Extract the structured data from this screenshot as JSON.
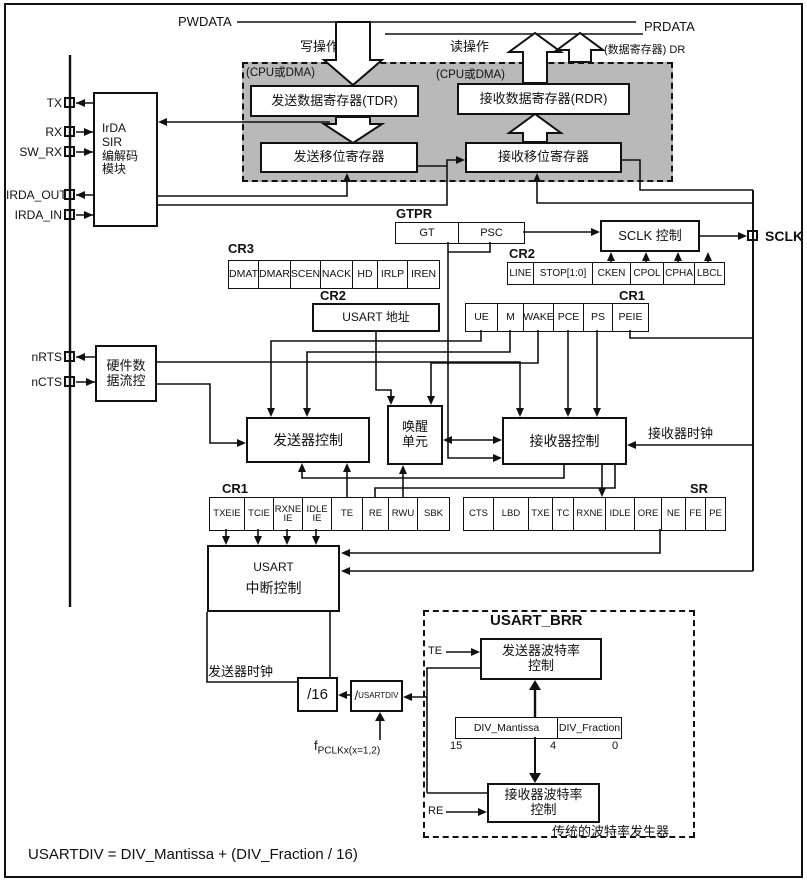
{
  "colors": {
    "line": "#111111",
    "shaded_fill": "#b9b9b9",
    "background": "#ffffff"
  },
  "buses": {
    "pwdata": "PWDATA",
    "prdata": "PRDATA"
  },
  "top": {
    "write_op": "写操作",
    "read_op": "读操作",
    "dr_label": "(数据寄存器) DR",
    "cpu_dma_left": "(CPU或DMA)",
    "cpu_dma_right": "(CPU或DMA)"
  },
  "pins": {
    "tx": "TX",
    "rx": "RX",
    "sw_rx": "SW_RX",
    "irda_out": "IRDA_OUT",
    "irda_in": "IRDA_IN",
    "nrts": "nRTS",
    "ncts": "nCTS",
    "sclk": "SCLK"
  },
  "blocks": {
    "irda_l1": "IrDA",
    "irda_l2": "SIR",
    "irda_l3": "编解码",
    "irda_l4": "模块",
    "hwflow_l1": "硬件数",
    "hwflow_l2": "据流控",
    "tdr": "发送数据寄存器(TDR)",
    "rdr": "接收数据寄存器(RDR)",
    "tx_shift": "发送移位寄存器",
    "rx_shift": "接收移位寄存器",
    "sclk_ctrl": "SCLK 控制",
    "usart_addr": "USART 地址",
    "tx_ctrl": "发送器控制",
    "wakeup_l1": "唤醒",
    "wakeup_l2": "单元",
    "rx_ctrl": "接收器控制",
    "int_l1": "USART",
    "int_l2": "中断控制",
    "div16": "/16",
    "divu_prefix": "/",
    "divu_label": "USARTDIV",
    "tx_baud_l1": "发送器波特率",
    "tx_baud_l2": "控制",
    "rx_baud_l1": "接收器波特率",
    "rx_baud_l2": "控制"
  },
  "registers": {
    "gtpr": {
      "label": "GTPR",
      "cells": [
        "GT",
        "PSC"
      ]
    },
    "cr3": {
      "label": "CR3",
      "cells": [
        "DMAT",
        "DMAR",
        "SCEN",
        "NACK",
        "HD",
        "IRLP",
        "IREN"
      ]
    },
    "cr2_row": {
      "label": "CR2",
      "cells": [
        "LINE",
        "STOP[1:0]",
        "CKEN",
        "CPOL",
        "CPHA",
        "LBCL"
      ]
    },
    "cr2_addr_label": "CR2",
    "cr1_top": {
      "label": "CR1",
      "cells": [
        "UE",
        "M",
        "WAKE",
        "PCE",
        "PS",
        "PEIE"
      ]
    },
    "cr1_bot": {
      "label": "CR1",
      "cells": [
        "TXEIE",
        "TCIE",
        "RXNE IE",
        "IDLE IE",
        "TE",
        "RE",
        "RWU",
        "SBK"
      ]
    },
    "sr": {
      "label": "SR",
      "cells": [
        "CTS",
        "LBD",
        "TXE",
        "TC",
        "RXNE",
        "IDLE",
        "ORE",
        "NE",
        "FE",
        "PE"
      ]
    },
    "brr": {
      "cells": [
        "DIV_Mantissa",
        "DIV_Fraction"
      ],
      "bits": [
        "15",
        "4",
        "0"
      ]
    }
  },
  "labels": {
    "receiver_clock": "接收器时钟",
    "transmitter_clock": "发送器时钟",
    "usart_brr": "USART_BRR",
    "legacy_gen": "传统的波特率发生器",
    "te": "TE",
    "re": "RE",
    "fpclk_base": "f",
    "fpclk_sub": "PCLKx(x=1,2)",
    "formula": "USARTDIV = DIV_Mantissa + (DIV_Fraction / 16)"
  }
}
